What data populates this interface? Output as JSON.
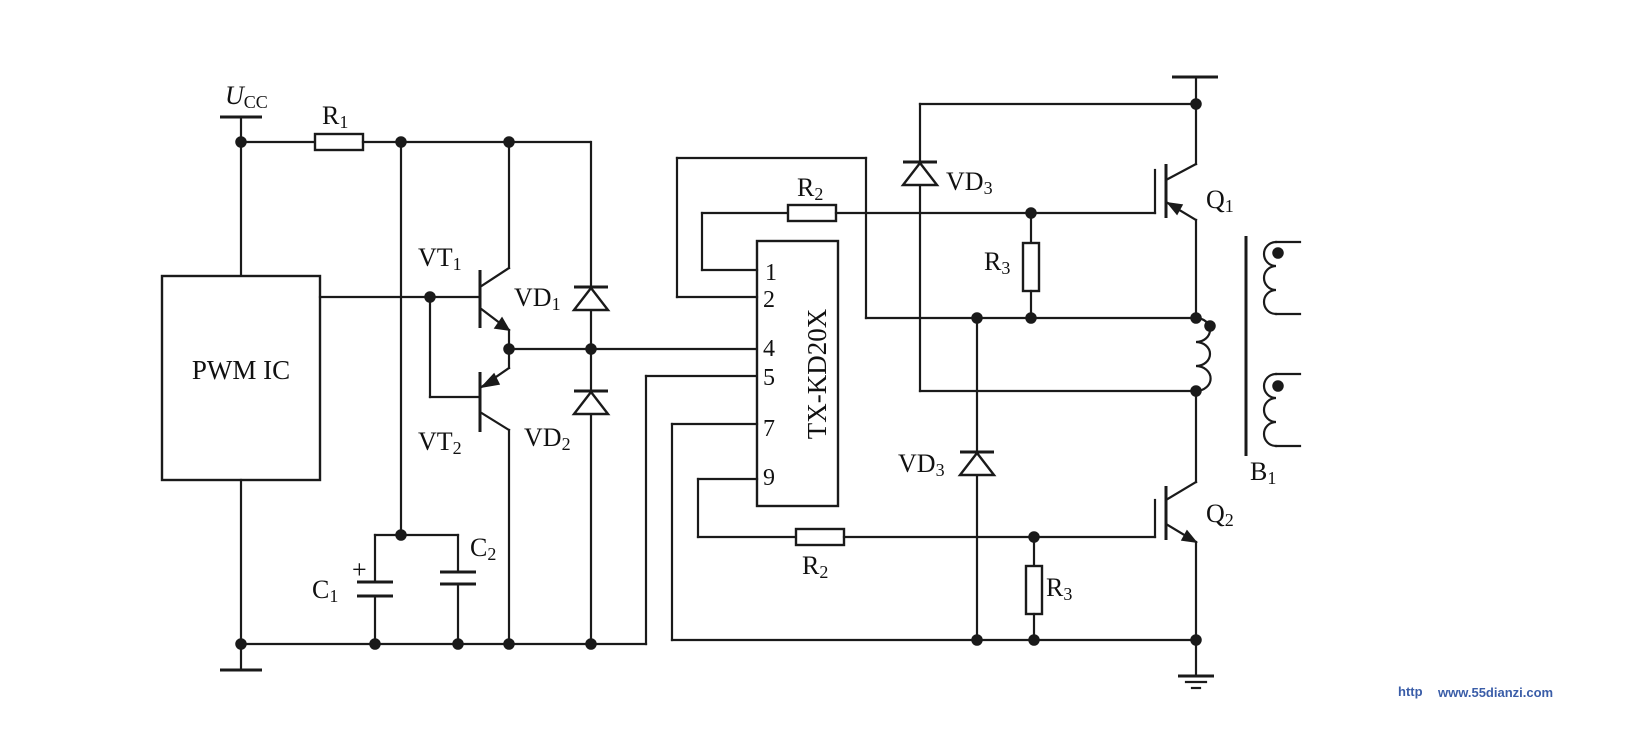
{
  "supply": {
    "symbol": "U",
    "subscript": "CC"
  },
  "pwm_ic": {
    "label": "PWM IC"
  },
  "driver_ic": {
    "label": "TX-KD20X",
    "pins": [
      "1",
      "2",
      "4",
      "5",
      "7",
      "9"
    ]
  },
  "components": {
    "r1": {
      "base": "R",
      "sub": "1"
    },
    "r2_top": {
      "base": "R",
      "sub": "2"
    },
    "r2_bottom": {
      "base": "R",
      "sub": "2"
    },
    "r3_top": {
      "base": "R",
      "sub": "3"
    },
    "r3_bottom": {
      "base": "R",
      "sub": "3"
    },
    "c1": {
      "base": "C",
      "sub": "1",
      "polarity": "+"
    },
    "c2": {
      "base": "C",
      "sub": "2"
    },
    "vt1": {
      "base": "VT",
      "sub": "1"
    },
    "vt2": {
      "base": "VT",
      "sub": "2"
    },
    "vd1": {
      "base": "VD",
      "sub": "1"
    },
    "vd2": {
      "base": "VD",
      "sub": "2"
    },
    "vd3_top": {
      "base": "VD",
      "sub": "3"
    },
    "vd3_bottom": {
      "base": "VD",
      "sub": "3"
    },
    "q1": {
      "base": "Q",
      "sub": "1"
    },
    "q2": {
      "base": "Q",
      "sub": "2"
    },
    "b1": {
      "base": "B",
      "sub": "1"
    }
  },
  "watermark": {
    "prefix": "http",
    "site": "www.55dianzi.com"
  }
}
